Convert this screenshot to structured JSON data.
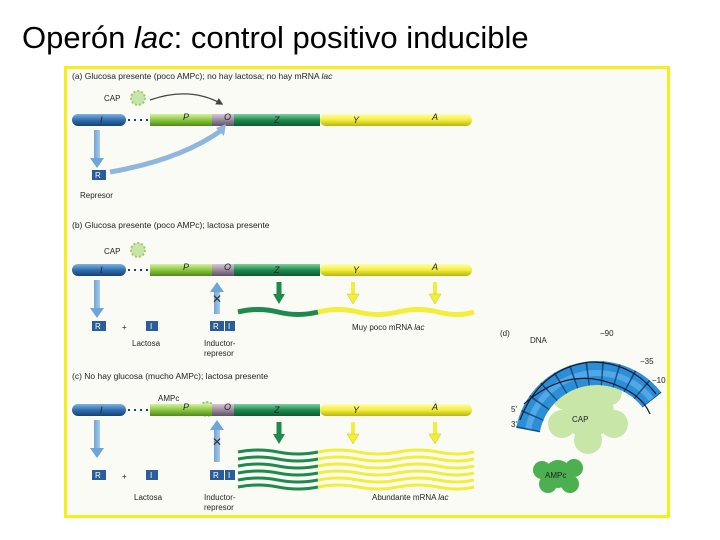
{
  "title": {
    "main": "Operón ",
    "italic": "lac",
    "rest": ": control positivo inducible"
  },
  "panel_a": {
    "caption_pre": "(a)  Glucosa presente (poco AMPc); no hay lactosa; no hay mRNA ",
    "caption_ital": "lac",
    "cap": "CAP",
    "repressor_box": "R",
    "repressor_label": "Represor",
    "genes": {
      "i": "I",
      "p": "P",
      "o": "O",
      "z": "Z",
      "y": "Y",
      "a": "A"
    }
  },
  "panel_b": {
    "caption": "(b)  Glucosa presente (poco AMPc); lactosa presente",
    "cap": "CAP",
    "r_box": "R",
    "plus": "+",
    "i_box": "I",
    "lactose": "Lactosa",
    "inducer_line1": "Inductor-",
    "inducer_line2": "represor",
    "mrna_pre": "Muy poco mRNA ",
    "mrna_ital": "lac",
    "genes": {
      "i": "I",
      "p": "P",
      "o": "O",
      "z": "Z",
      "y": "Y",
      "a": "A"
    }
  },
  "panel_c": {
    "caption": "(c)  No hay glucosa (mucho AMPc); lactosa presente",
    "campc": "AMPc",
    "r_box": "R",
    "plus": "+",
    "i_box": "I",
    "lactose": "Lactosa",
    "inducer_line1": "Inductor-",
    "inducer_line2": "represor",
    "mrna_pre": "Abundante mRNA ",
    "mrna_ital": "lac",
    "genes": {
      "i": "I",
      "p": "P",
      "o": "O",
      "z": "Z",
      "y": "Y",
      "a": "A"
    }
  },
  "panel_d": {
    "label": "(d)",
    "dna": "DNA",
    "pos_90": "−90",
    "pos_35": "−35",
    "pos_10": "−10",
    "end5": "5'",
    "end3": "3'",
    "cap": "CAP",
    "campc": "AMPc"
  },
  "colors": {
    "frame": "#f5ef1c",
    "i_gene": "#2f6fb0",
    "promoter": "#8cc63f",
    "operator": "#9a8a9e",
    "z_gene": "#1e8a4e",
    "ya_gene": "#f2ee3a",
    "cap_protein": "#c8e6a8",
    "dna_helix": "#2b8fd8"
  }
}
